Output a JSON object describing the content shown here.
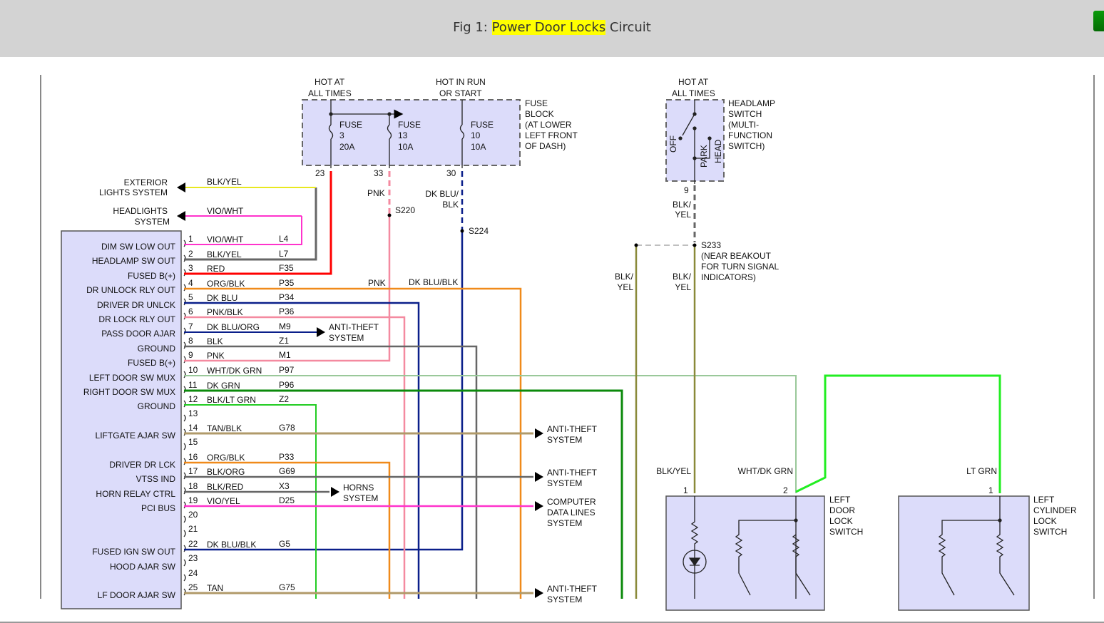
{
  "header": {
    "caption_prefix": "Fig 1: ",
    "caption_highlight": "Power Door Locks",
    "caption_suffix": " Circuit"
  },
  "fuse_block": {
    "hot_left": [
      "HOT AT",
      "ALL TIMES"
    ],
    "hot_right": [
      "HOT IN RUN",
      "OR START"
    ],
    "label": [
      "FUSE",
      "BLOCK",
      "(AT LOWER",
      "LEFT FRONT",
      "OF DASH)"
    ],
    "fuses": [
      {
        "name": "FUSE",
        "number": "3",
        "rating": "20A",
        "pin": "23"
      },
      {
        "name": "FUSE",
        "number": "13",
        "rating": "10A",
        "pin": "33"
      },
      {
        "name": "FUSE",
        "number": "10",
        "rating": "10A",
        "pin": "30"
      }
    ]
  },
  "headlamp_switch": {
    "hot": [
      "HOT AT",
      "ALL TIMES"
    ],
    "label": [
      "HEADLAMP",
      "SWITCH",
      "(MULTI-",
      "FUNCTION",
      "SWITCH)"
    ],
    "positions": [
      "OFF",
      "PARK",
      "HEAD"
    ],
    "pin": "9"
  },
  "splices": {
    "s220": "S220",
    "s224": "S224",
    "s233": [
      "S233",
      "(NEAR BEAKOUT",
      "FOR TURN SIGNAL",
      "INDICATORS)"
    ]
  },
  "wire_labels": {
    "pnk_top": "PNK",
    "dkblublk_top": [
      "DK BLU/",
      "BLK"
    ],
    "pnk_mid": "PNK",
    "dkblublk_mid": "DK BLU/BLK",
    "blkyel_s233": [
      "BLK/",
      "YEL"
    ],
    "blkyel_left": [
      "BLK/",
      "YEL"
    ],
    "blkyel_right": [
      "BLK/",
      "YEL"
    ],
    "blkyel_switch": "BLK/YEL",
    "whtdkgrn_switch": "WHT/DK GRN",
    "ltgrn_switch": "LT GRN",
    "ext_wire": "BLK/YEL",
    "head_wire": "VIO/WHT"
  },
  "destinations": {
    "exterior_lights": [
      "EXTERIOR",
      "LIGHTS SYSTEM"
    ],
    "headlights": [
      "HEADLIGHTS",
      "SYSTEM"
    ],
    "anti_theft_7": [
      "ANTI-THEFT",
      "SYSTEM"
    ],
    "anti_theft_14": [
      "ANTI-THEFT",
      "SYSTEM"
    ],
    "anti_theft_17": [
      "ANTI-THEFT",
      "SYSTEM"
    ],
    "horns": [
      "HORNS",
      "SYSTEM"
    ],
    "computer": [
      "COMPUTER",
      "DATA LINES",
      "SYSTEM"
    ],
    "anti_theft_25": [
      "ANTI-THEFT",
      "SYSTEM"
    ]
  },
  "module": {
    "pins": [
      {
        "pin": "1",
        "func": "DIM SW LOW OUT",
        "color": "VIO/WHT",
        "circuit": "L4"
      },
      {
        "pin": "2",
        "func": "HEADLAMP SW OUT",
        "color": "BLK/YEL",
        "circuit": "L7"
      },
      {
        "pin": "3",
        "func": "FUSED B(+)",
        "color": "RED",
        "circuit": "F35"
      },
      {
        "pin": "4",
        "func": "DR UNLOCK RLY OUT",
        "color": "ORG/BLK",
        "circuit": "P35"
      },
      {
        "pin": "5",
        "func": "DRIVER DR UNLCK",
        "color": "DK BLU",
        "circuit": "P34"
      },
      {
        "pin": "6",
        "func": "DR LOCK RLY OUT",
        "color": "PNK/BLK",
        "circuit": "P36"
      },
      {
        "pin": "7",
        "func": "PASS DOOR AJAR",
        "color": "DK BLU/ORG",
        "circuit": "M9"
      },
      {
        "pin": "8",
        "func": "GROUND",
        "color": "BLK",
        "circuit": "Z1"
      },
      {
        "pin": "9",
        "func": "FUSED B(+)",
        "color": "PNK",
        "circuit": "M1"
      },
      {
        "pin": "10",
        "func": "LEFT DOOR SW MUX",
        "color": "WHT/DK GRN",
        "circuit": "P97"
      },
      {
        "pin": "11",
        "func": "RIGHT DOOR SW MUX",
        "color": "DK GRN",
        "circuit": "P96"
      },
      {
        "pin": "12",
        "func": "GROUND",
        "color": "BLK/LT GRN",
        "circuit": "Z2"
      },
      {
        "pin": "13",
        "func": "",
        "color": "",
        "circuit": ""
      },
      {
        "pin": "14",
        "func": "LIFTGATE AJAR SW",
        "color": "TAN/BLK",
        "circuit": "G78"
      },
      {
        "pin": "15",
        "func": "",
        "color": "",
        "circuit": ""
      },
      {
        "pin": "16",
        "func": "DRIVER DR LCK",
        "color": "ORG/BLK",
        "circuit": "P33"
      },
      {
        "pin": "17",
        "func": "VTSS IND",
        "color": "BLK/ORG",
        "circuit": "G69"
      },
      {
        "pin": "18",
        "func": "HORN RELAY CTRL",
        "color": "BLK/RED",
        "circuit": "X3"
      },
      {
        "pin": "19",
        "func": "PCI BUS",
        "color": "VIO/YEL",
        "circuit": "D25"
      },
      {
        "pin": "20",
        "func": "",
        "color": "",
        "circuit": ""
      },
      {
        "pin": "21",
        "func": "",
        "color": "",
        "circuit": ""
      },
      {
        "pin": "22",
        "func": "FUSED IGN SW OUT",
        "color": "DK BLU/BLK",
        "circuit": "G5"
      },
      {
        "pin": "23",
        "func": "HOOD AJAR SW",
        "color": "",
        "circuit": ""
      },
      {
        "pin": "24",
        "func": "",
        "color": "",
        "circuit": ""
      },
      {
        "pin": "25",
        "func": "LF DOOR AJAR SW",
        "color": "TAN",
        "circuit": "G75"
      }
    ]
  },
  "left_door_lock_switch": {
    "label": [
      "LEFT",
      "DOOR",
      "LOCK",
      "SWITCH"
    ],
    "pins": [
      "1",
      "2"
    ]
  },
  "left_cylinder_lock_switch": {
    "label": [
      "LEFT",
      "CYLINDER",
      "LOCK",
      "SWITCH"
    ],
    "pin": "1"
  },
  "colors": {
    "highlight": "#ffff00",
    "panel_fill": "#dcdcfa",
    "red": "#ff0000",
    "pink": "#f48aa0",
    "dkblue": "#0a1f8a",
    "orange": "#f08a1a",
    "dkgreen": "#0b8a0b",
    "ltgreen": "#22ee22",
    "gray": "#666666",
    "tan": "#b09a6a",
    "magenta": "#ff33cc",
    "yellow": "#e8e820"
  }
}
